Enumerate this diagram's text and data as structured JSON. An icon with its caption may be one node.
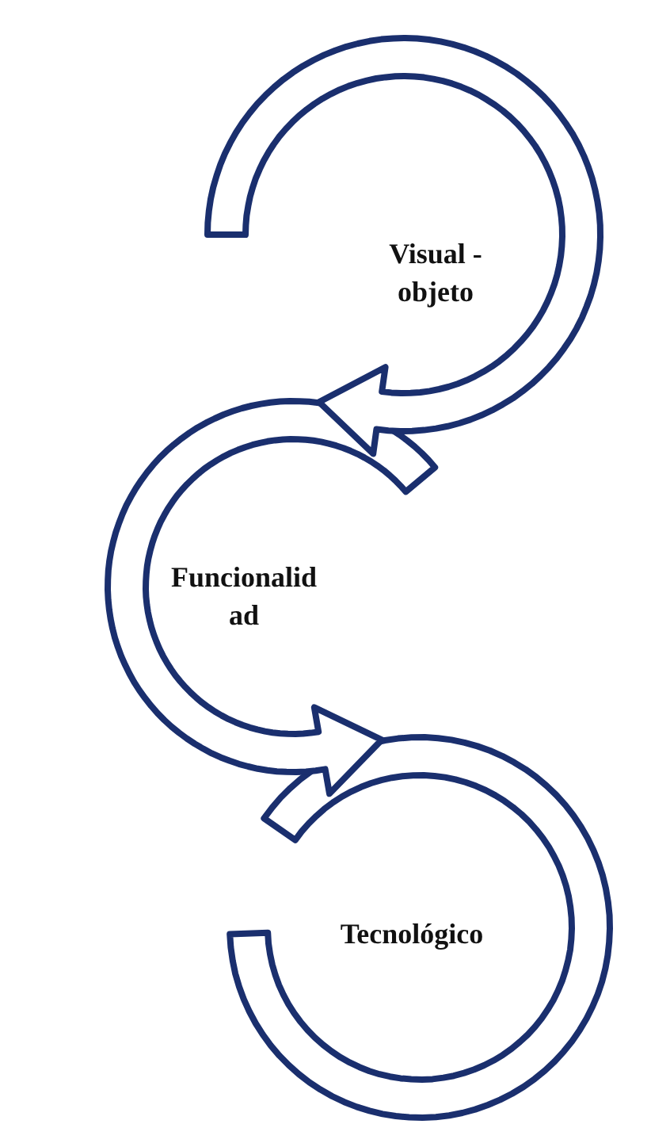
{
  "diagram": {
    "nodes": [
      {
        "text": [
          "Visual - objeto"
        ]
      },
      {
        "text": [
          "Funcionalid ad"
        ]
      },
      {
        "text": [
          "Tecnológico"
        ]
      }
    ]
  }
}
